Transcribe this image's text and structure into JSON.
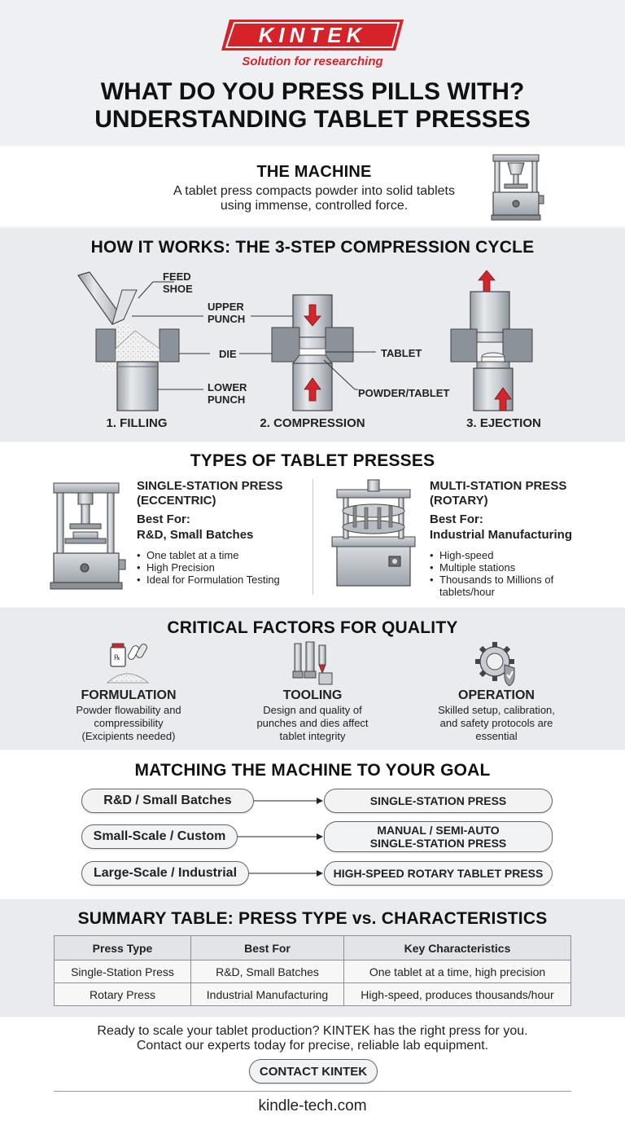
{
  "brand": {
    "name": "KINTEK",
    "tagline": "Solution for researching",
    "red": "#d6232a"
  },
  "title": {
    "line1": "WHAT DO YOU PRESS PILLS WITH?",
    "line2": "UNDERSTANDING TABLET PRESSES"
  },
  "machine": {
    "heading": "THE MACHINE",
    "text_line1": "A tablet press compacts powder into solid tablets",
    "text_line2": "using immense, controlled force.",
    "icon": "tablet-press-icon"
  },
  "how": {
    "heading": "HOW IT WORKS: THE 3-STEP COMPRESSION CYCLE",
    "labels": {
      "feed_shoe_1": "FEED",
      "feed_shoe_2": "SHOE",
      "upper_punch_1": "UPPER",
      "upper_punch_2": "PUNCH",
      "die": "DIE",
      "lower_punch_1": "LOWER",
      "lower_punch_2": "PUNCH",
      "tablet": "TABLET",
      "powder_tablet": "POWDER/TABLET"
    },
    "steps": [
      "1. FILLING",
      "2. COMPRESSION",
      "3. EJECTION"
    ]
  },
  "types": {
    "heading": "TYPES OF TABLET PRESSES",
    "single": {
      "title_1": "SINGLE-STATION PRESS",
      "title_2": "(ECCENTRIC)",
      "best_label": "Best For:",
      "best_value": "R&D, Small Batches",
      "bullets": [
        "One tablet at a time",
        "High Precision",
        "Ideal for Formulation Testing"
      ]
    },
    "multi": {
      "title_1": "MULTI-STATION PRESS",
      "title_2": "(ROTARY)",
      "best_label": "Best For:",
      "best_value": "Industrial Manufacturing",
      "bullets": [
        "High-speed",
        "Multiple stations",
        "Thousands to Millions of tablets/hour"
      ]
    }
  },
  "factors": {
    "heading": "CRITICAL FACTORS FOR QUALITY",
    "items": [
      {
        "title": "FORMULATION",
        "line1": "Powder flowability and",
        "line2": "compressibility",
        "line3": "(Excipients needed)",
        "icon": "powder-icon"
      },
      {
        "title": "TOOLING",
        "line1": "Design and quality of",
        "line2": "punches and dies affect",
        "line3": "tablet integrity",
        "icon": "punch-tools-icon"
      },
      {
        "title": "OPERATION",
        "line1": "Skilled setup, calibration,",
        "line2": "and safety protocols are",
        "line3": "essential",
        "icon": "gear-shield-icon"
      }
    ]
  },
  "matching": {
    "heading": "MATCHING THE MACHINE TO YOUR GOAL",
    "rows": [
      {
        "goal": "R&D / Small Batches",
        "machine_1": "SINGLE-STATION PRESS",
        "machine_2": ""
      },
      {
        "goal": "Small-Scale / Custom",
        "machine_1": "MANUAL / SEMI-AUTO",
        "machine_2": "SINGLE-STATION PRESS"
      },
      {
        "goal": "Large-Scale / Industrial",
        "machine_1": "HIGH-SPEED ROTARY TABLET PRESS",
        "machine_2": ""
      }
    ]
  },
  "summary": {
    "heading": "SUMMARY TABLE: PRESS TYPE vs. CHARACTERISTICS",
    "headers": [
      "Press Type",
      "Best For",
      "Key Characteristics"
    ],
    "rows": [
      [
        "Single-Station Press",
        "R&D, Small Batches",
        "One tablet at a time, high precision"
      ],
      [
        "Rotary Press",
        "Industrial Manufacturing",
        "High-speed, produces thousands/hour"
      ]
    ]
  },
  "cta": {
    "line1": "Ready to scale your tablet production? KINTEK has the right press for you.",
    "line2": "Contact our experts today for precise, reliable lab equipment.",
    "button": "CONTACT KINTEK"
  },
  "footer": {
    "url": "kindle-tech.com"
  }
}
